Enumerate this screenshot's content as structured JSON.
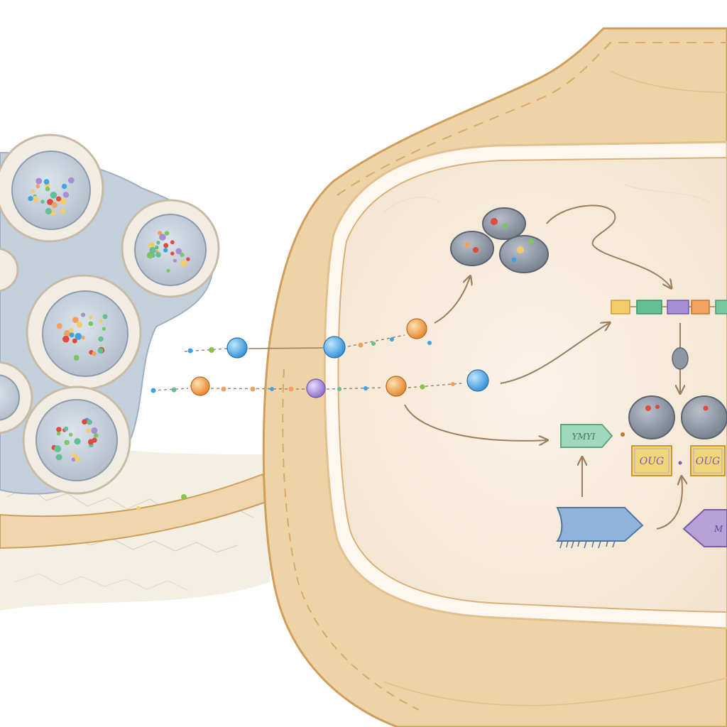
{
  "palette": {
    "background": "#ffffff",
    "wall_outer": "#e9c995",
    "wall_edge": "#cf9e5c",
    "wall_inner": "#f4dfbd",
    "cytoplasm": "#f8ecdd",
    "tissue": "#efe6d3",
    "tissue_line": "#d8c9ad",
    "membrane_blue": "#b9c7d6",
    "cell_rim": "#f1ece4",
    "cell_rim_edge": "#c8bba6",
    "nucleus": "#c6d0dc",
    "nucleus_edge": "#8e9bab",
    "arrow": "#9a7e60",
    "molecule_blue": "#3da3e6",
    "molecule_orange": "#ef9a3c",
    "molecule_purple": "#a78bd6",
    "gene_yellow": "#f3cd6a",
    "gene_green": "#63bf96",
    "gene_purple": "#a58fd3",
    "gene_orange": "#f1a160",
    "gene_teal": "#78c7a2",
    "label_teal": "#9fd8bd",
    "label_yellow": "#f2d77a",
    "protein_blue": "#8fb3da",
    "protein_purple": "#b7a2d8",
    "ribosome_grey": "#8d96a3"
  },
  "labels": {
    "mrna_tag": "YMYI",
    "left_box": "OUG",
    "right_box": "OUG",
    "right_arrow": "M"
  },
  "icons": {
    "cell_cluster": "cell-cluster-icon",
    "signal_molecule": "signal-molecule-icon",
    "protein_complex": "protein-complex-icon",
    "gene_segment": "gene-segment-icon",
    "ribosome": "ribosome-icon",
    "receptor": "receptor-protein-icon",
    "arrow": "curved-arrow-icon"
  }
}
